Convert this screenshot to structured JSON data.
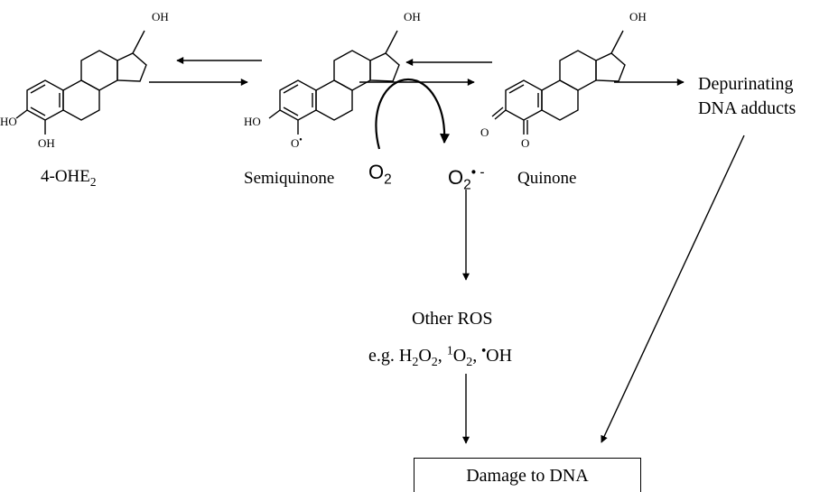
{
  "compounds": {
    "hydroxy_estradiol": {
      "label_main": "4-OHE",
      "label_sub": "2",
      "oh_top": "OH",
      "ho_left": "HO",
      "oh_bottom": "OH"
    },
    "semiquinone": {
      "label": "Semiquinone",
      "oh_top": "OH",
      "ho_left": "HO",
      "o_radical": "O",
      "radical_dot": "•"
    },
    "quinone": {
      "label": "Quinone",
      "oh_top": "OH",
      "o_left": "O",
      "o_bottom": "O"
    }
  },
  "oxygen": {
    "o2_main": "O",
    "o2_sub": "2",
    "superoxide_main": "O",
    "superoxide_sub": "2",
    "superoxide_sup": "• -"
  },
  "adducts": {
    "line1": "Depurinating",
    "line2": "DNA adducts"
  },
  "ros": {
    "title": "Other ROS",
    "example_prefix": "e.g. H",
    "h2o2_sub1": "2",
    "h2o2_mid": "O",
    "h2o2_sub2": "2",
    "comma1": ", ",
    "singlet_sup": "1",
    "singlet_main": "O",
    "singlet_sub": "2",
    "comma2": ", ",
    "hydroxyl_dot": "•",
    "hydroxyl_main": "OH"
  },
  "outcome": {
    "damage_label": "Damage to DNA"
  },
  "colors": {
    "stroke": "#000000",
    "background": "#ffffff"
  }
}
